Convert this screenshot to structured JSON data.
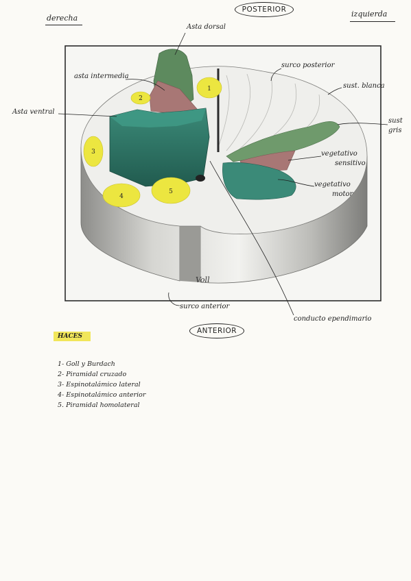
{
  "labels": {
    "posterior": "POSTERIOR",
    "anterior": "ANTERIOR",
    "derecha": "derecha",
    "izquierda": "izquierda",
    "asta_dorsal": "Asta dorsal",
    "asta_intermedia": "asta intermedia",
    "asta_ventral": "Asta ventral",
    "surco_posterior": "surco posterior",
    "sust_blanca": "sust. blanca",
    "sust_gris_1": "sust",
    "sust_gris_2": "gris",
    "vegetativo_sensitivo_1": "vegetativo",
    "vegetativo_sensitivo_2": "sensitivo",
    "vegetativo_motor_1": "vegetativo",
    "vegetativo_motor_2": "motor",
    "surco_anterior": "surco anterior",
    "conducto_ependimario": "conducto ependimario",
    "signature": "Voll"
  },
  "tracts": [
    "1",
    "2",
    "3",
    "4",
    "5"
  ],
  "legend": {
    "title": "HACES",
    "items": [
      "1- Goll y Burdach",
      "2- Piramidal cruzado",
      "3- Espinotalámico lateral",
      "4- Espinotalámico anterior",
      "5. Piramidal homolateral"
    ]
  },
  "colors": {
    "white_matter": "#efefec",
    "grey_matter_dorsal": "#5d8a5e",
    "ventral_horn": "#2f7566",
    "intermediate": "#a87775",
    "tracts_highlight": "#ece640",
    "highlighter": "#f1e65a"
  }
}
